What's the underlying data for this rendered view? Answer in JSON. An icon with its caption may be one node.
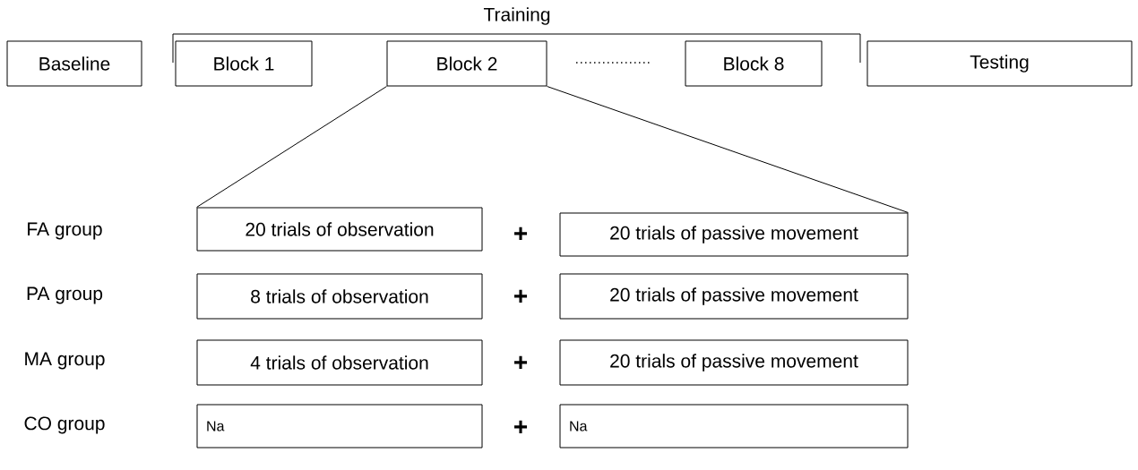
{
  "diagram": {
    "nodes": [
      {
        "text": [
          "Baseline"
        ]
      },
      {
        "text": [
          "Block 1"
        ]
      },
      {
        "text": [
          "Block 2"
        ]
      },
      {
        "text": [
          "Block 8"
        ]
      },
      {
        "text": [
          "Testing"
        ]
      },
      {
        "text": [
          "20 trials of observation"
        ]
      },
      {
        "text": [
          "20 trials of passive movement"
        ]
      },
      {
        "text": [
          "8 trials of observation"
        ]
      },
      {
        "text": [
          "20 trials of passive movement"
        ]
      },
      {
        "text": [
          "4 trials of observation"
        ]
      },
      {
        "text": [
          "20 trials of passive movement"
        ]
      },
      {
        "text": [
          "Na"
        ]
      },
      {
        "text": [
          "Na"
        ]
      }
    ],
    "edges": [
      {
        "from": 2,
        "to": 5,
        "arrow": "none"
      },
      {
        "from": 2,
        "to": 6,
        "arrow": "none"
      }
    ],
    "labels": [
      "Training",
      "FA group",
      "+",
      "PA group",
      "+",
      "MA group",
      "+",
      "CO group",
      "+"
    ]
  }
}
